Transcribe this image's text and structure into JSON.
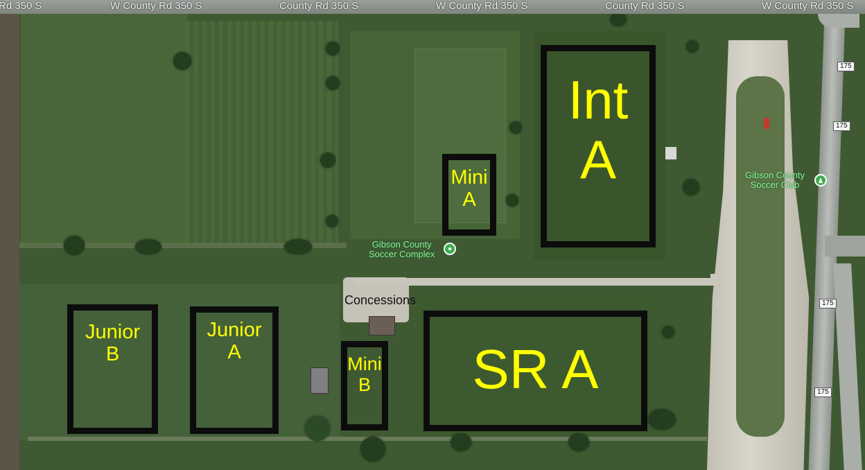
{
  "roads": {
    "top_labels": [
      "Rd 350 S",
      "W County Rd 350 S",
      "County Rd 350 S",
      "W County Rd 350 S",
      "County Rd 350 S",
      "W County Rd 350 S"
    ],
    "route_shields": [
      "175",
      "175",
      "175",
      "175"
    ]
  },
  "places": {
    "complex": {
      "line1": "Gibson County",
      "line2": "Soccer Complex"
    },
    "club": {
      "line1": "Gibson County",
      "line2": "Soccer Club"
    },
    "concessions": "Concessions"
  },
  "fields": [
    {
      "id": "int-a",
      "label": "Int\nA"
    },
    {
      "id": "mini-a",
      "label": "Mini\nA"
    },
    {
      "id": "sr-a",
      "label": "SR A"
    },
    {
      "id": "mini-b",
      "label": "Mini\nB"
    },
    {
      "id": "junior-a",
      "label": "Junior\nA"
    },
    {
      "id": "junior-b",
      "label": "Junior\nB"
    }
  ],
  "colors": {
    "field_label": "#ffff00",
    "field_outline": "#0c0c0c",
    "place_label": "#8ff08f",
    "pin": "#3fae4e"
  }
}
